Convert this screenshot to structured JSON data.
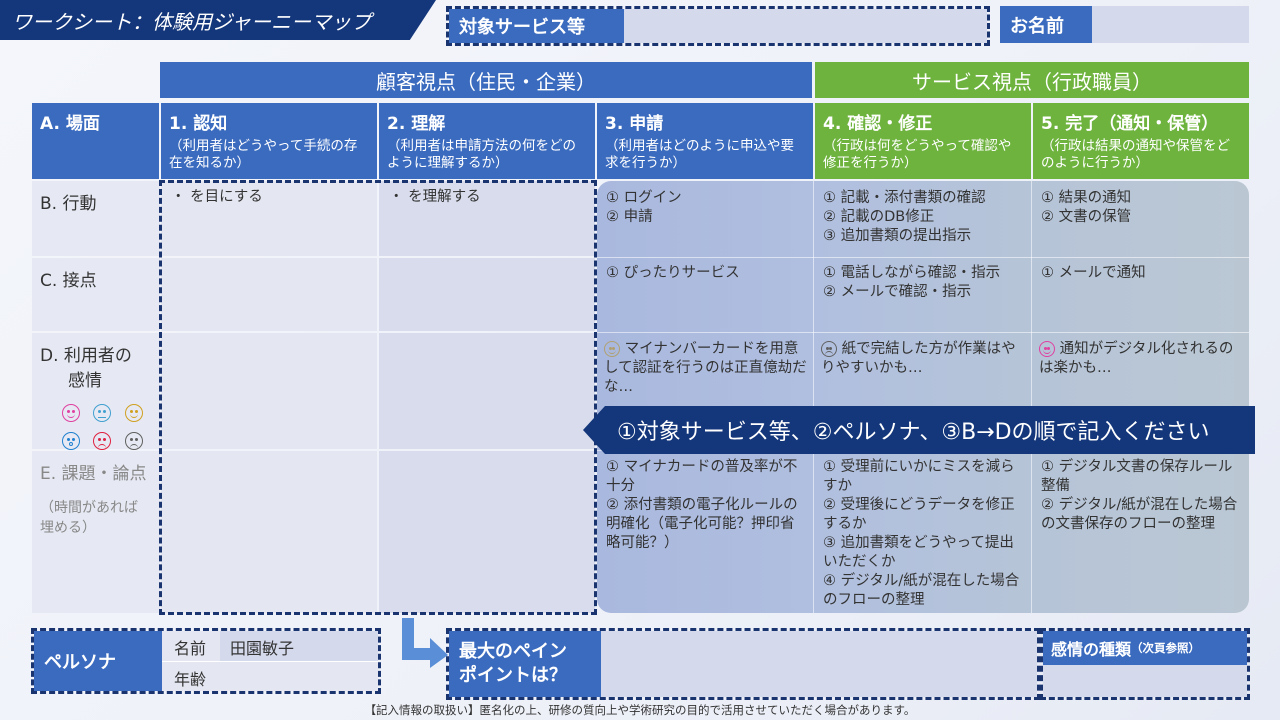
{
  "title": "ワークシート：体験用ジャーニーマップ",
  "target_service": {
    "label": "対象サービス等",
    "value": ""
  },
  "name_field": {
    "label": "お名前",
    "value": ""
  },
  "headers": {
    "customer": "顧客視点（住民・企業）",
    "service": "サービス視点（行政職員）"
  },
  "columns": [
    {
      "title": "A. 場面",
      "sub": ""
    },
    {
      "title": "1. 認知",
      "sub": "（利用者はどうやって手続の存在を知るか）"
    },
    {
      "title": "2. 理解",
      "sub": "（利用者は申請方法の何をどのように理解するか）"
    },
    {
      "title": "3. 申請",
      "sub": "（利用者はどのように申込や要求を行うか）"
    },
    {
      "title": "4. 確認・修正",
      "sub": "（行政は何をどうやって確認や修正を行うか）"
    },
    {
      "title": "5. 完了（通知・保管）",
      "sub": "（行政は結果の通知や保管をどのように行うか）"
    }
  ],
  "rows": {
    "action": "B. 行動",
    "touchpoint": "C. 接点",
    "emotion_1": "D. 利用者の",
    "emotion_2": "感情",
    "issue": "E. 課題・論点",
    "issue_note": "（時間があれば埋める）"
  },
  "cells": {
    "action_1": "を目にする",
    "action_2": "を理解する",
    "action_3": [
      "① ログイン",
      "② 申請"
    ],
    "action_4": [
      "① 記載・添付書類の確認",
      "② 記載のDB修正",
      "③ 追加書類の提出指示"
    ],
    "action_5": [
      "① 結果の通知",
      "② 文書の保管"
    ],
    "touch_3": [
      "① ぴったりサービス"
    ],
    "touch_4": [
      "① 電話しながら確認・指示",
      "② メールで確認・指示"
    ],
    "touch_5": [
      "① メールで通知"
    ],
    "emo_3": "マイナンバーカードを用意して認証を行うのは正直億劫だな…",
    "emo_4": "紙で完結した方が作業はやりやすいかも…",
    "emo_5": "通知がデジタル化されるのは楽かも…",
    "issue_3": [
      "① マイナカードの普及率が不十分",
      "② 添付書類の電子化ルールの明確化（電子化可能？押印省略可能？）"
    ],
    "issue_4": [
      "① 受理前にいかにミスを減らすか",
      "② 受理後にどうデータを修正するか",
      "③ 追加書類をどうやって提出いただくか",
      "④ デジタル/紙が混在した場合のフローの整理"
    ],
    "issue_5": [
      "① デジタル文書の保存ルール整備",
      "② デジタル/紙が混在した場合の文書保存のフローの整理"
    ]
  },
  "callout": "①対象サービス等、②ペルソナ、③B→Dの順で記入ください",
  "persona": {
    "label": "ペルソナ",
    "name_label": "名前",
    "name_value": "田園敏子",
    "age_label": "年齢",
    "age_value": ""
  },
  "pain_point": {
    "label_1": "最大のペイン",
    "label_2": "ポイントは？",
    "value": ""
  },
  "emotion_type": {
    "label": "感情の種類",
    "note": "（次頁参照）",
    "value": ""
  },
  "footer": "【記入情報の取扱い】匿名化の上、研修の質向上や学術研究の目的で活用させていただく場合があります。",
  "colors": {
    "navy": "#14367a",
    "blue": "#3b6bbf",
    "green": "#6fb33f"
  }
}
